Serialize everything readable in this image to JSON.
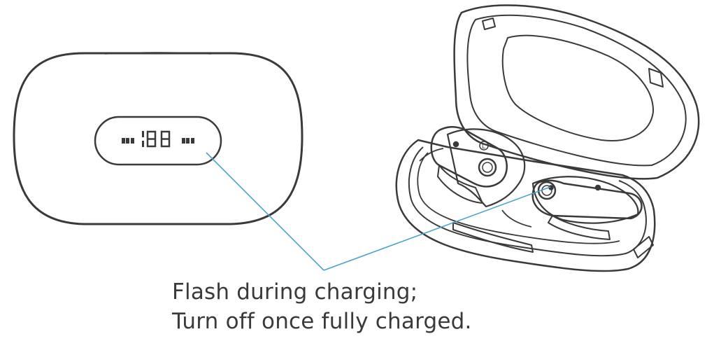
{
  "caption": {
    "line1": "Flash during charging;",
    "line2": "Turn off once fully charged."
  },
  "colors": {
    "outline": "#3a3a3a",
    "callout": "#4aa3cc",
    "background": "#ffffff"
  },
  "icons": {
    "left_earbud_mark": "L"
  }
}
